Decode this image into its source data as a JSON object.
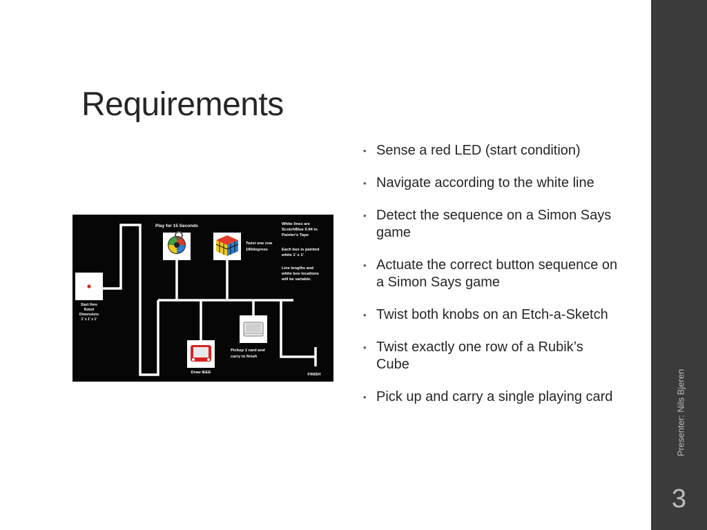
{
  "slide": {
    "title": "Requirements",
    "bullets": [
      "Sense a red LED (start condition)",
      "Navigate according to the white line",
      "Detect the sequence on a Simon Says game",
      "Actuate the correct button sequence on a Simon Says game",
      "Twist both knobs on an Etch-a-Sketch",
      "Twist exactly one row of a Rubik’s Cube",
      "Pick up and carry a single playing card"
    ],
    "presenter": "Presenter: Nils Bjeren",
    "slide_number": "3"
  },
  "course_figure": {
    "play_label": "Play for 15 Seconds",
    "twist_label_1": "Twist one row",
    "twist_label_2": "180degrees",
    "notes": [
      "White lines are",
      "ScotchBlue 0.94 in.",
      "Painter's Tape",
      "Each box is painted",
      "white 1' x 1'",
      "Line lengths and",
      "white box locations",
      "will be variable."
    ],
    "start_lines": [
      "Start Here",
      "Robot",
      "Dimensions",
      "1' x 1' x 1'"
    ],
    "pickup_lines": [
      "Pickup 1 card and",
      "carry to finish"
    ],
    "draw_label": "Draw IEEE",
    "finish_label": "FINISH"
  },
  "colors": {
    "background": "#ffffff",
    "side_bar": "#3b3b3b",
    "text": "#262626",
    "figure_background": "#060606",
    "led_red": "#d9261c"
  }
}
